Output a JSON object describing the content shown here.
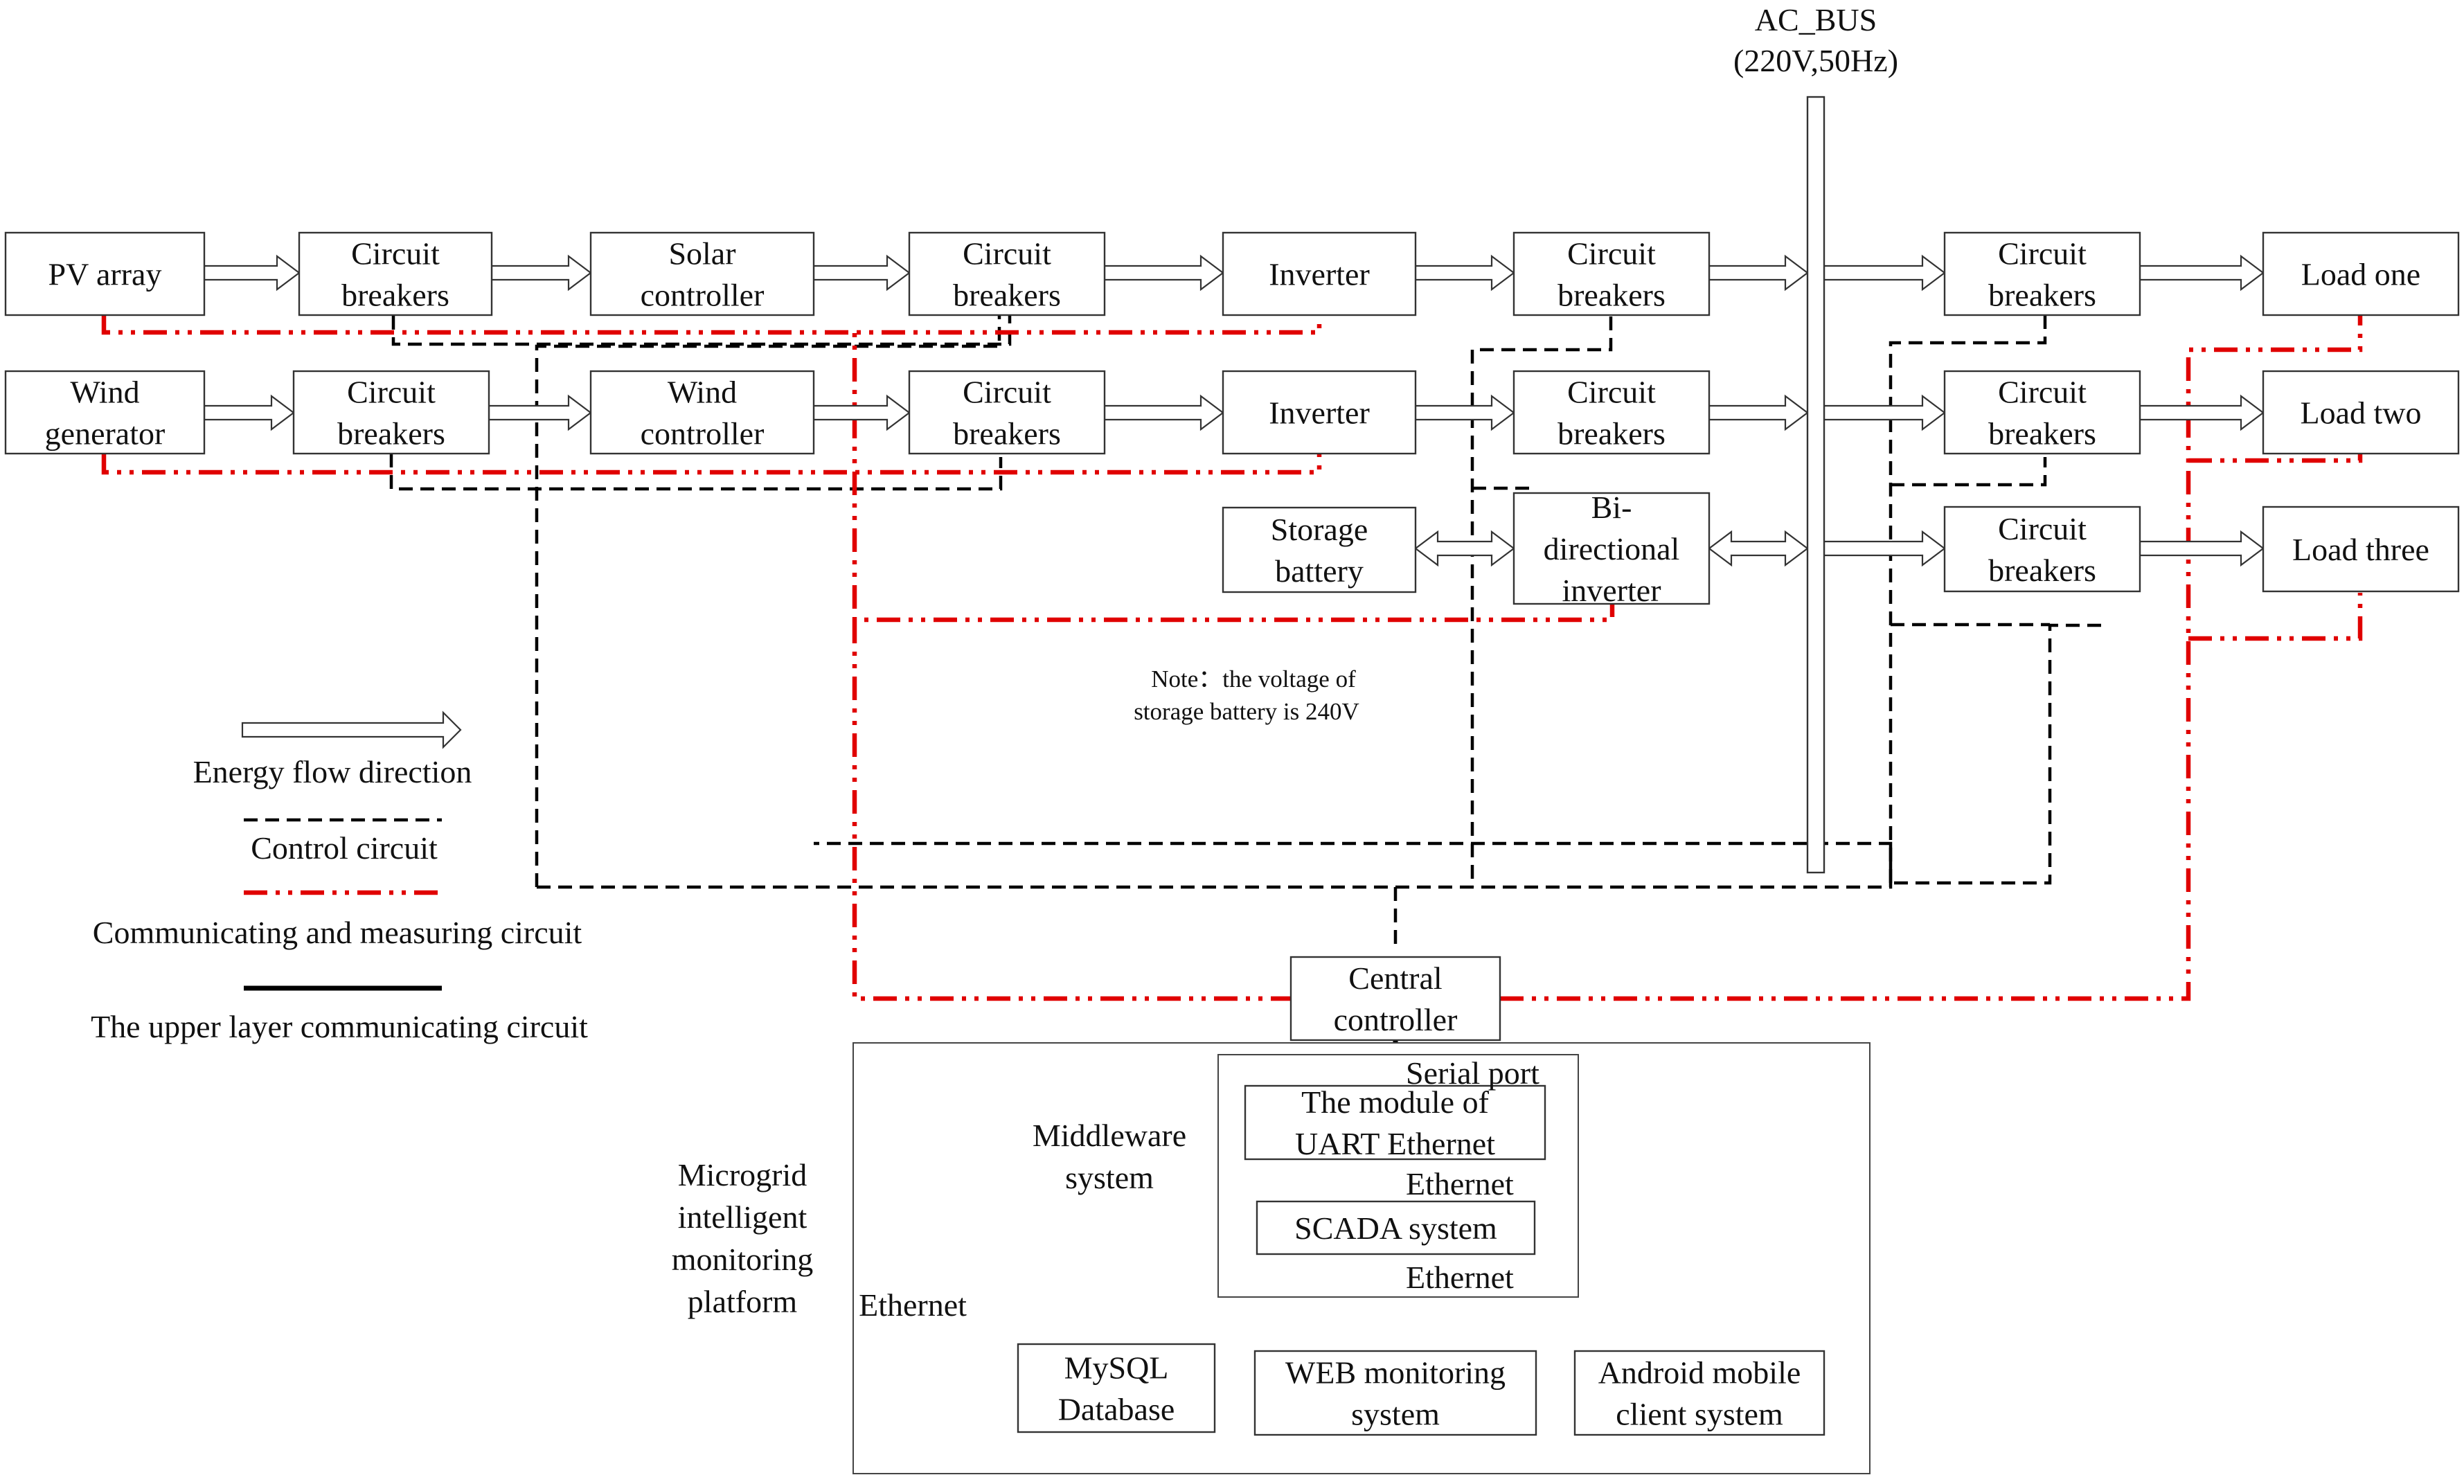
{
  "ac_bus": {
    "line1": "AC_BUS",
    "line2": "(220V,50Hz)"
  },
  "nodes": {
    "pv_array": [
      "PV array"
    ],
    "cb_pv1": [
      "Circuit",
      "breakers"
    ],
    "solar_controller": [
      "Solar",
      "controller"
    ],
    "cb_pv2": [
      "Circuit",
      "breakers"
    ],
    "inverter_pv": [
      "Inverter"
    ],
    "cb_pv3": [
      "Circuit",
      "breakers"
    ],
    "wind_generator": [
      "Wind",
      "generator"
    ],
    "cb_w1": [
      "Circuit",
      "breakers"
    ],
    "wind_controller": [
      "Wind",
      "controller"
    ],
    "cb_w2": [
      "Circuit",
      "breakers"
    ],
    "inverter_w": [
      "Inverter"
    ],
    "cb_w3": [
      "Circuit",
      "breakers"
    ],
    "storage_battery": [
      "Storage",
      "battery"
    ],
    "bidirectional_inverter": [
      "Bi-",
      "directional",
      "inverter"
    ],
    "cb_l1": [
      "Circuit",
      "breakers"
    ],
    "cb_l2": [
      "Circuit",
      "breakers"
    ],
    "cb_l3": [
      "Circuit",
      "breakers"
    ],
    "load_one": [
      "Load one"
    ],
    "load_two": [
      "Load two"
    ],
    "load_three": [
      "Load three"
    ],
    "central_controller": [
      "Central",
      "controller"
    ],
    "uart_module": [
      "The module of",
      "UART Ethernet"
    ],
    "scada": [
      "SCADA system"
    ],
    "mysql": [
      "MySQL",
      "Database"
    ],
    "web": [
      "WEB monitoring",
      "system"
    ],
    "android": [
      "Android mobile",
      "client system"
    ]
  },
  "note": {
    "line1": "Note：the voltage of",
    "line2": "storage battery is 240V"
  },
  "legend": {
    "energy_flow": "Energy flow direction",
    "control_circuit": "Control circuit",
    "comm_circuit": "Communicating and measuring circuit",
    "upper_layer": "The upper layer communicating circuit"
  },
  "platform": {
    "middleware_lines": [
      "Middleware",
      "system"
    ],
    "platform_lines": [
      "Microgrid",
      "intelligent",
      "monitoring",
      "platform"
    ],
    "serial_port": "Serial port",
    "ethernet_1": "Ethernet",
    "ethernet_2": "Ethernet",
    "ethernet_bus": "Ethernet"
  },
  "colors": {
    "comm_line": "#e00000",
    "control_line": "#000000",
    "box_stroke": "#333333"
  }
}
